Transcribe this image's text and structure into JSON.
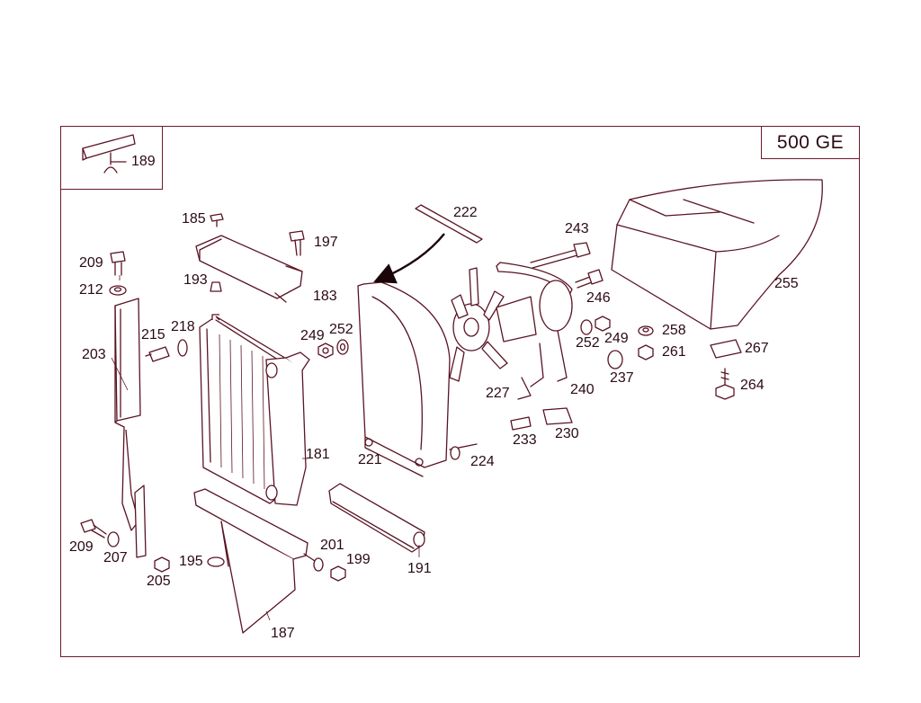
{
  "model_label": "500 GE",
  "callouts": {
    "c189": "189",
    "c185": "185",
    "c197": "197",
    "c222": "222",
    "c243": "243",
    "c255": "255",
    "c209a": "209",
    "c212": "212",
    "c193": "193",
    "c183": "183",
    "c246": "246",
    "c215": "215",
    "c218": "218",
    "c249a": "249",
    "c252a": "252",
    "c258": "258",
    "c203": "203",
    "c252b": "252",
    "c249b": "249",
    "c261": "261",
    "c267": "267",
    "c237": "237",
    "c264": "264",
    "c227": "227",
    "c240": "240",
    "c181": "181",
    "c230": "230",
    "c233": "233",
    "c221": "221",
    "c224": "224",
    "c209b": "209",
    "c207": "207",
    "c201": "201",
    "c199": "199",
    "c195": "195",
    "c205": "205",
    "c191": "191",
    "c187": "187"
  },
  "colors": {
    "line": "#5a1424",
    "frame": "#6b1a2a",
    "text": "#2a0a12",
    "background": "#ffffff"
  }
}
